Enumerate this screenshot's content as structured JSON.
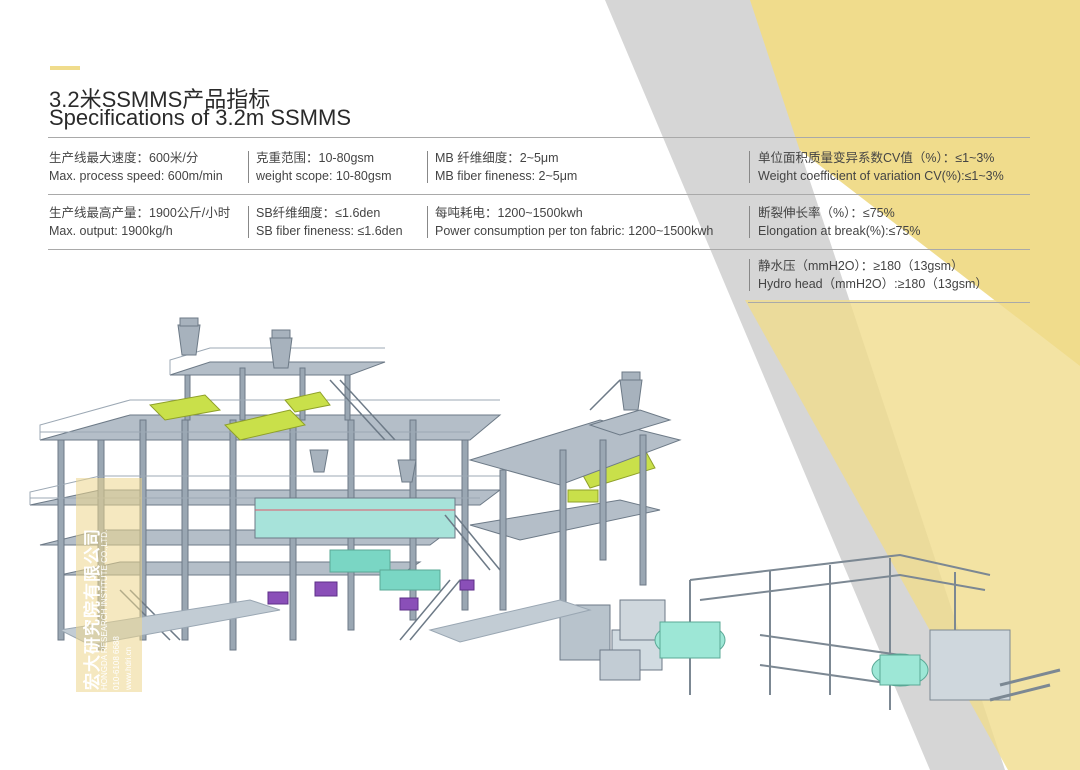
{
  "colors": {
    "accent_yellow": "#f0dc8c",
    "accent_gray": "#d6d6d6",
    "frame_steel": "#8c9aa8",
    "fiber_green": "#c9e04a",
    "roll_cyan": "#9de7d6",
    "motor_purple": "#8a4fb8",
    "text": "#444444"
  },
  "header": {
    "title_cn": "3.2米SSMMS产品指标",
    "title_en": "Specifications of 3.2m SSMMS"
  },
  "specs": {
    "row1": {
      "speed_cn": "生产线最大速度：600米/分",
      "speed_en": "Max. process speed: 600m/min",
      "weight_cn": "克重范围：10-80gsm",
      "weight_en": "weight scope: 10-80gsm",
      "mb_cn": "MB 纤维细度：2~5μm",
      "mb_en": "MB fiber fineness: 2~5μm",
      "cv_cn": "单位面积质量变异系数CV值（%）：≤1~3%",
      "cv_en": "Weight coefficient of variation CV(%):≤1~3%"
    },
    "row2": {
      "output_cn": "生产线最高产量：1900公斤/小时",
      "output_en": "Max. output: 1900kg/h",
      "sb_cn": "SB纤维细度：≤1.6den",
      "sb_en": "SB fiber fineness: ≤1.6den",
      "power_cn": "每吨耗电：1200~1500kwh",
      "power_en": "Power consumption per ton fabric: 1200~1500kwh",
      "elong_cn": "断裂伸长率（%）：≤75%",
      "elong_en": "Elongation at break(%):≤75%"
    },
    "row3": {
      "hydro_cn": "静水压（mmH2O）：≥180（13gsm）",
      "hydro_en": "Hydro head（mmH2O）:≥180（13gsm）"
    }
  },
  "watermark": {
    "company_cn": "宏大研究院有限公司",
    "company_en": "HONGDA RESEARCH INSTITUTE CO.,LTD.",
    "tel": "010-6108 6688",
    "web": "www.hdri.cn"
  }
}
